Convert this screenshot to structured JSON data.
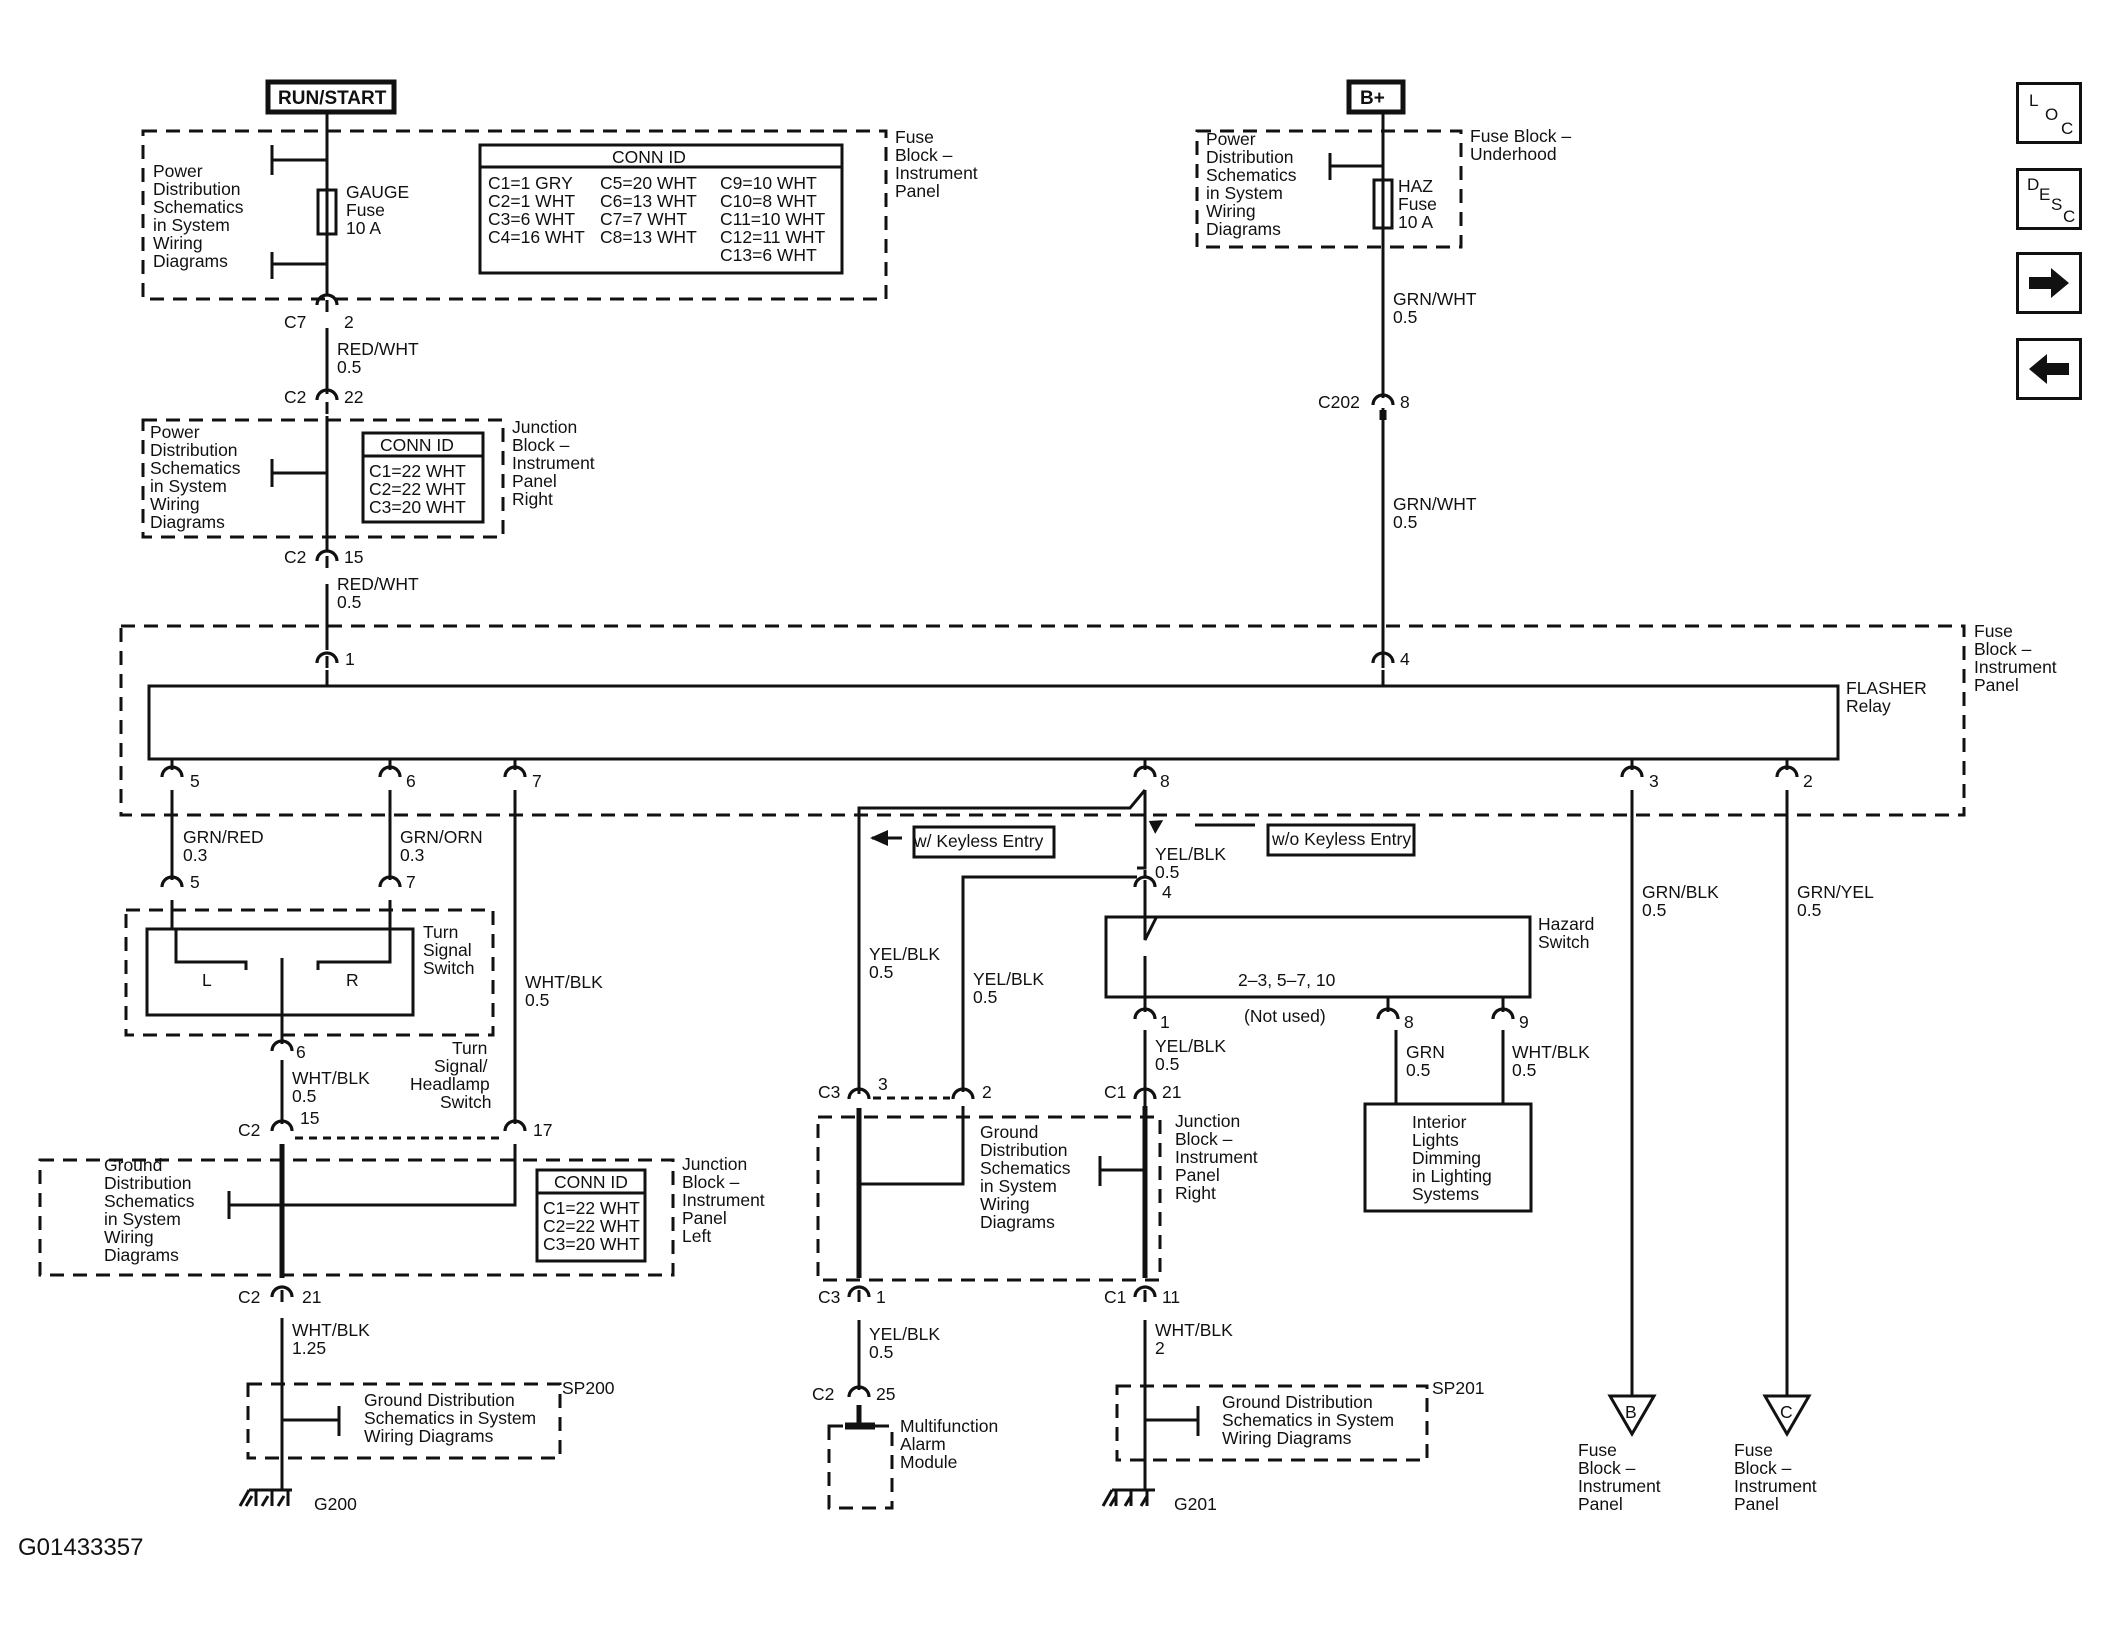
{
  "figure_id": "G01433357",
  "nav": {
    "loc": [
      "L",
      "O",
      "C"
    ],
    "desc": [
      "D",
      "E",
      "S",
      "C"
    ]
  },
  "sources": {
    "run_start": "RUN/START",
    "bplus": "B+"
  },
  "fuse_block_ip": {
    "label": [
      "Fuse",
      "Block –",
      "Instrument",
      "Panel"
    ],
    "power_dist": [
      "Power",
      "Distribution",
      "Schematics",
      "in System",
      "Wiring",
      "Diagrams"
    ],
    "fuse": [
      "GAUGE",
      "Fuse",
      "10 A"
    ],
    "conn_id_title": "CONN ID",
    "conn_id_rows": [
      [
        "C1=1 GRY",
        "C5=20 WHT",
        "C9=10 WHT"
      ],
      [
        "C2=1 WHT",
        "C6=13 WHT",
        "C10=8 WHT"
      ],
      [
        "C3=6 WHT",
        "C7=7 WHT",
        "C11=10 WHT"
      ],
      [
        "C4=16 WHT",
        "C8=13 WHT",
        "C12=11 WHT"
      ],
      [
        "",
        "",
        "C13=6 WHT"
      ]
    ]
  },
  "fuse_block_uh": {
    "label": [
      "Fuse Block –",
      "Underhood"
    ],
    "power_dist": [
      "Power",
      "Distribution",
      "Schematics",
      "in System",
      "Wiring",
      "Diagrams"
    ],
    "fuse": [
      "HAZ",
      "Fuse",
      "10 A"
    ]
  },
  "jb_right_top": {
    "label": [
      "Junction",
      "Block –",
      "Instrument",
      "Panel",
      "Right"
    ],
    "power_dist": [
      "Power",
      "Distribution",
      "Schematics",
      "in System",
      "Wiring",
      "Diagrams"
    ],
    "conn_id_title": "CONN ID",
    "conn_id_rows": [
      "C1=22 WHT",
      "C2=22 WHT",
      "C3=20 WHT"
    ]
  },
  "flasher": {
    "fuse_block_label": [
      "Fuse",
      "Block –",
      "Instrument",
      "Panel"
    ],
    "relay_label": [
      "FLASHER",
      "Relay"
    ],
    "pins": [
      "1",
      "4",
      "5",
      "6",
      "7",
      "8",
      "3",
      "2"
    ]
  },
  "wires": {
    "c7_2": [
      "C7",
      "2"
    ],
    "red_wht_1": [
      "RED/WHT",
      "0.5"
    ],
    "c2_22": [
      "C2",
      "22"
    ],
    "c2_15": [
      "C2",
      "15"
    ],
    "red_wht_2": [
      "RED/WHT",
      "0.5"
    ],
    "grn_wht_1": [
      "GRN/WHT",
      "0.5"
    ],
    "c202_8": [
      "C202",
      "8"
    ],
    "grn_wht_2": [
      "GRN/WHT",
      "0.5"
    ],
    "grn_red": [
      "GRN/RED",
      "0.3"
    ],
    "grn_orn": [
      "GRN/ORN",
      "0.3"
    ],
    "wht_blk_7": [
      "WHT/BLK",
      "0.5"
    ],
    "yel_blk_8": [
      "YEL/BLK",
      "0.5"
    ],
    "yel_blk_c3": [
      "YEL/BLK",
      "0.5"
    ],
    "yel_blk_c2": [
      "YEL/BLK",
      "0.5"
    ],
    "grn_blk_3": [
      "GRN/BLK",
      "0.5"
    ],
    "grn_yel_2": [
      "GRN/YEL",
      "0.5"
    ],
    "wht_blk_6": [
      "WHT/BLK",
      "0.5"
    ],
    "yel_blk_1": [
      "YEL/BLK",
      "0.5"
    ],
    "grn_8": [
      "GRN",
      "0.5"
    ],
    "wht_blk_9": [
      "WHT/BLK",
      "0.5"
    ],
    "wht_blk_125": [
      "WHT/BLK",
      "1.25"
    ],
    "yel_blk_mam": [
      "YEL/BLK",
      "0.5"
    ],
    "wht_blk_2": [
      "WHT/BLK",
      "2"
    ]
  },
  "keyless": {
    "with": "w/ Keyless Entry",
    "without": "w/o Keyless Entry"
  },
  "turn_switch": {
    "label": [
      "Turn",
      "Signal",
      "Switch"
    ],
    "left": "L",
    "right": "R",
    "pin5": "5",
    "pin7": "7",
    "pin6": "6",
    "headlamp": [
      "Turn",
      "Signal/",
      "Headlamp",
      "Switch"
    ]
  },
  "hazard": {
    "label": [
      "Hazard",
      "Switch"
    ],
    "pins_text": "2–3, 5–7, 10",
    "not_used": "(Not used)",
    "pin4": "4",
    "pin1": "1",
    "pin8": "8",
    "pin9": "9"
  },
  "interior_lights": [
    "Interior",
    "Lights",
    "Dimming",
    "in Lighting",
    "Systems"
  ],
  "jb_left": {
    "label": [
      "Junction",
      "Block –",
      "Instrument",
      "Panel",
      "Left"
    ],
    "ground_dist": [
      "Ground",
      "Distribution",
      "Schematics",
      "in System",
      "Wiring",
      "Diagrams"
    ],
    "conn_id_title": "CONN ID",
    "conn_id_rows": [
      "C1=22 WHT",
      "C2=22 WHT",
      "C3=20 WHT"
    ],
    "c2_15": [
      "C2",
      "15"
    ],
    "pin17": "17",
    "c2_21": [
      "C2",
      "21"
    ]
  },
  "jb_right_bottom": {
    "label": [
      "Junction",
      "Block –",
      "Instrument",
      "Panel",
      "Right"
    ],
    "ground_dist": [
      "Ground",
      "Distribution",
      "Schematics",
      "in System",
      "Wiring",
      "Diagrams"
    ],
    "c3_3": [
      "C3",
      "3"
    ],
    "pin2": "2",
    "c1_21": [
      "C1",
      "21"
    ],
    "c3_1": [
      "C3",
      "1"
    ],
    "c1_11": [
      "C1",
      "11"
    ]
  },
  "sp200": {
    "name": "SP200",
    "text": [
      "Ground Distribution",
      "Schematics in System",
      "Wiring Diagrams"
    ],
    "ground": "G200"
  },
  "sp201": {
    "name": "SP201",
    "text": [
      "Ground Distribution",
      "Schematics in System",
      "Wiring Diagrams"
    ],
    "ground": "G201"
  },
  "alarm": {
    "c2_25": [
      "C2",
      "25"
    ],
    "label": [
      "Multifunction",
      "Alarm",
      "Module"
    ]
  },
  "refs": [
    {
      "letter": "B",
      "label": [
        "Fuse",
        "Block –",
        "Instrument",
        "Panel"
      ]
    },
    {
      "letter": "C",
      "label": [
        "Fuse",
        "Block –",
        "Instrument",
        "Panel"
      ]
    }
  ]
}
